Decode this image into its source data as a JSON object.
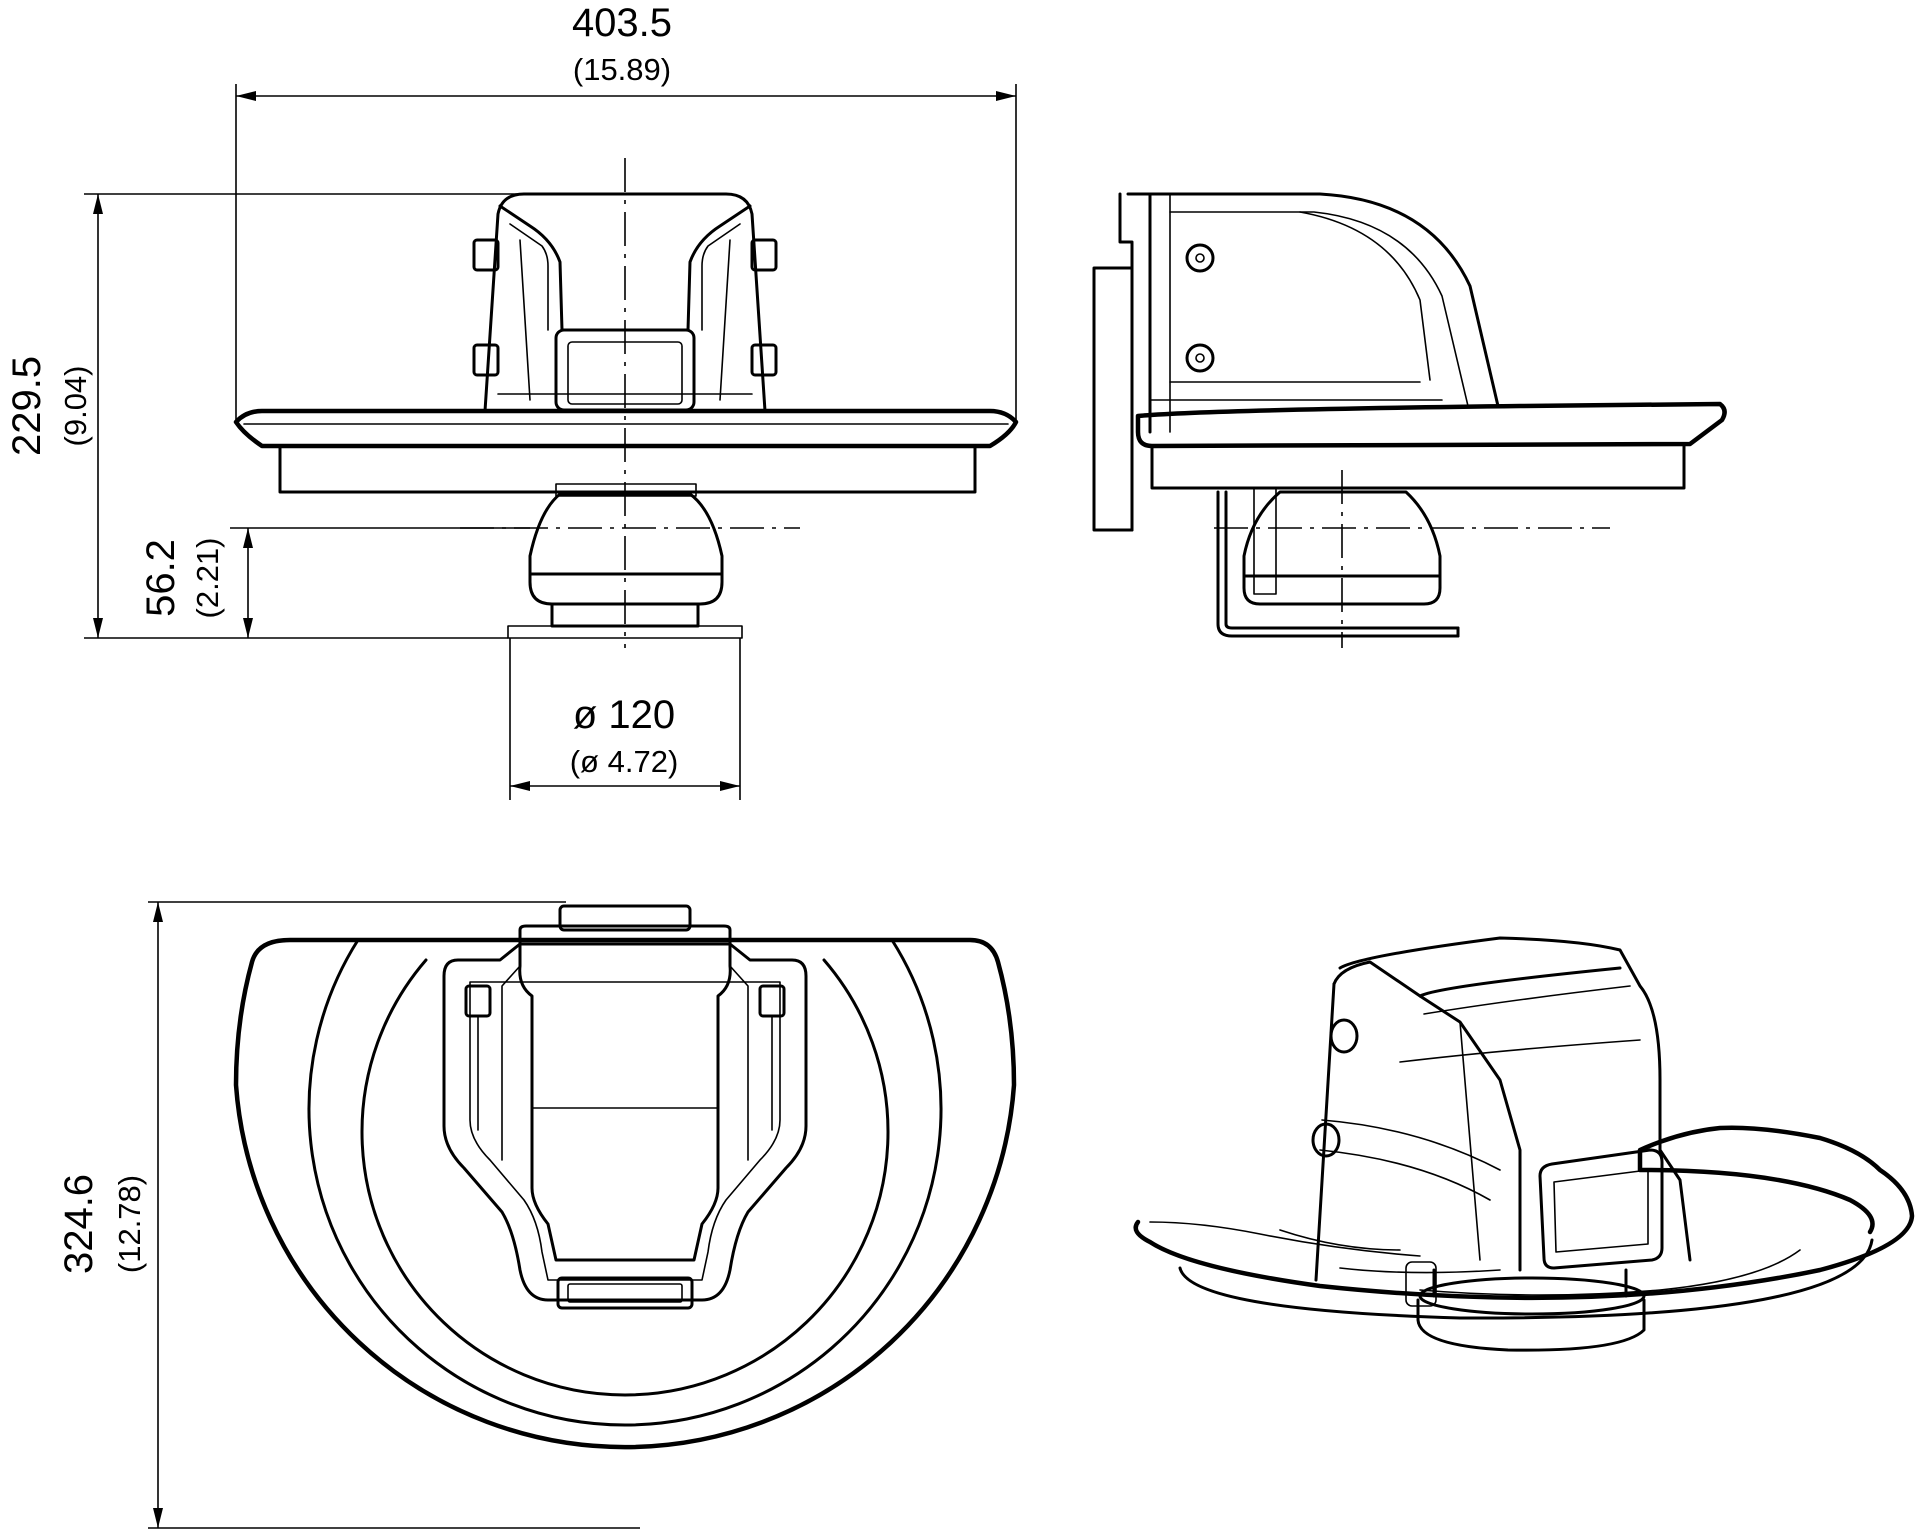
{
  "dimensions": {
    "width": {
      "mm": "403.5",
      "inch": "(15.89)"
    },
    "height": {
      "mm": "229.5",
      "inch": "(9.04)"
    },
    "base_height": {
      "mm": "56.2",
      "inch": "(2.21)"
    },
    "base_diameter": {
      "mm": "ø 120",
      "inch": "(ø 4.72)"
    },
    "depth": {
      "mm": "324.6",
      "inch": "(12.78)"
    }
  }
}
